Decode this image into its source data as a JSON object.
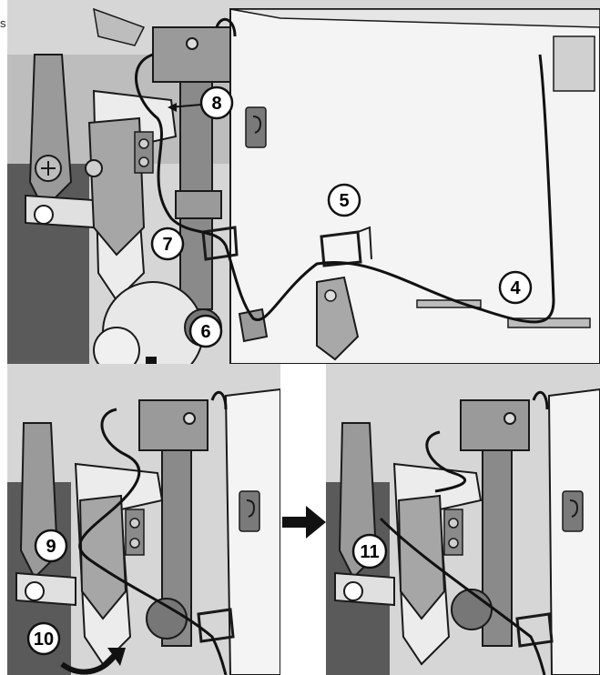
{
  "corner_label": "s",
  "callouts": {
    "c4": "4",
    "c5": "5",
    "c6": "6",
    "c7": "7",
    "c8": "8",
    "c9": "9",
    "c10": "10",
    "c11": "11"
  },
  "colors": {
    "panel_white": "#f2f2f2",
    "metal_dark": "#6e6e6e",
    "metal_mid": "#9a9a9a",
    "metal_light": "#c8c8c8",
    "wire": "#111111",
    "outline": "#1a1a1a"
  },
  "icons": [
    "arrow-down-icon",
    "arrow-right-icon",
    "curved-arrow-icon",
    "pointer-arrow-icon"
  ]
}
